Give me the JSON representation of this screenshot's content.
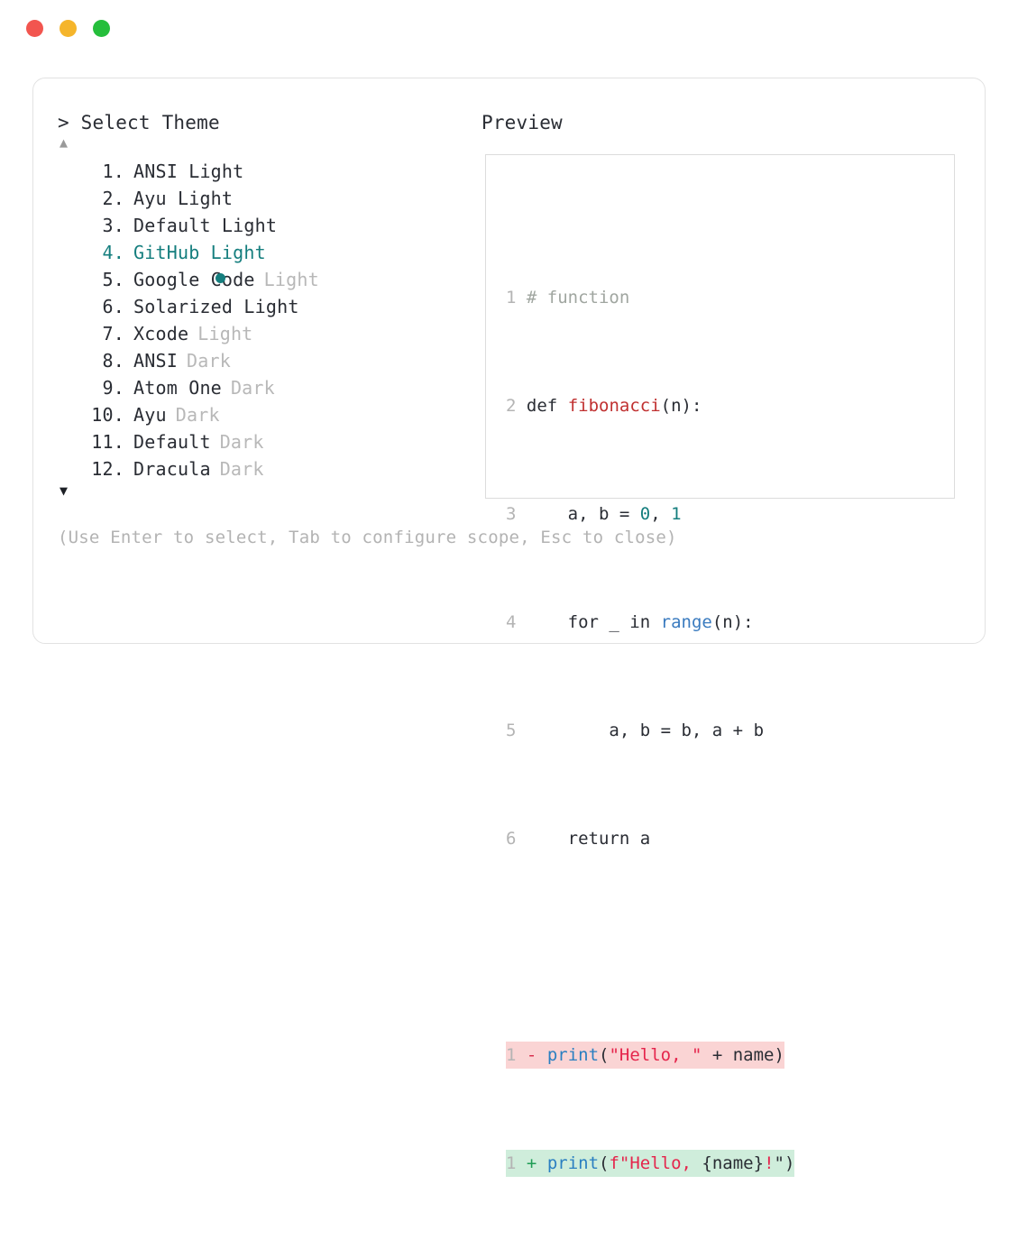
{
  "window": {
    "traffic_lights": [
      {
        "name": "close",
        "color": "#f2554f"
      },
      {
        "name": "minimize",
        "color": "#f5b52b"
      },
      {
        "name": "maximize",
        "color": "#25be3b"
      }
    ]
  },
  "prompt": {
    "header": "> Select Theme",
    "scroll_up_indicator": "▲",
    "scroll_down_indicator": "▼",
    "selected_index": 4,
    "items": [
      {
        "number": "1.",
        "name": "ANSI Light",
        "variant": "",
        "variant_dim": false,
        "selected": false
      },
      {
        "number": "2.",
        "name": "Ayu Light",
        "variant": "",
        "variant_dim": false,
        "selected": false
      },
      {
        "number": "3.",
        "name": "Default Light",
        "variant": "",
        "variant_dim": false,
        "selected": false
      },
      {
        "number": "4.",
        "name": "GitHub Light",
        "variant": "",
        "variant_dim": false,
        "selected": true
      },
      {
        "number": "5.",
        "name": "Google Code",
        "variant": "Light",
        "variant_dim": true,
        "selected": false
      },
      {
        "number": "6.",
        "name": "Solarized Light",
        "variant": "",
        "variant_dim": false,
        "selected": false
      },
      {
        "number": "7.",
        "name": "Xcode",
        "variant": "Light",
        "variant_dim": true,
        "selected": false
      },
      {
        "number": "8.",
        "name": "ANSI",
        "variant": "Dark",
        "variant_dim": true,
        "selected": false
      },
      {
        "number": "9.",
        "name": "Atom One",
        "variant": "Dark",
        "variant_dim": true,
        "selected": false
      },
      {
        "number": "10.",
        "name": "Ayu",
        "variant": "Dark",
        "variant_dim": true,
        "selected": false
      },
      {
        "number": "11.",
        "name": "Default",
        "variant": "Dark",
        "variant_dim": true,
        "selected": false
      },
      {
        "number": "12.",
        "name": "Dracula",
        "variant": "Dark",
        "variant_dim": true,
        "selected": false
      }
    ],
    "hint": "(Use Enter to select, Tab to configure scope, Esc to close)"
  },
  "preview": {
    "header": "Preview",
    "code": {
      "line_numbers": [
        "1",
        "2",
        "3",
        "4",
        "5",
        "6"
      ],
      "lines": [
        {
          "n": "1",
          "text": "# function"
        },
        {
          "n": "2",
          "text": "def fibonacci(n):"
        },
        {
          "n": "3",
          "text": "    a, b = 0, 1"
        },
        {
          "n": "4",
          "text": "    for _ in range(n):"
        },
        {
          "n": "5",
          "text": "        a, b = b, a + b"
        },
        {
          "n": "6",
          "text": "    return a"
        }
      ]
    },
    "diff": [
      {
        "n": "1",
        "marker": "-",
        "text": "print(\"Hello, \" + name)",
        "kind": "deletion"
      },
      {
        "n": "1",
        "marker": "+",
        "text": "print(f\"Hello, {name}!\")",
        "kind": "addition"
      }
    ],
    "tokens": {
      "comment": "# function",
      "kw_def": "def",
      "fn_name": "fibonacci",
      "fn_args": "(n):",
      "line3": "    a, b = ",
      "num_zero": "0",
      "num_comma": ", ",
      "num_one": "1",
      "for_part": "    for _ in ",
      "builtin_range": "range",
      "range_args": "(n):",
      "line5": "        a, b = b, a + b",
      "line6": "    return a",
      "print": "print",
      "del_open": "(",
      "del_str": "\"Hello, \"",
      "del_mid": " + name)",
      "add_open": "(",
      "add_str_f": "f\"Hello, ",
      "add_brace": "{name}",
      "add_bang": "!",
      "add_quote": "\"",
      "add_close": ")"
    }
  },
  "colors": {
    "accent_teal": "#157e7e",
    "dim_grey": "#b8b8b8",
    "text": "#2a2d34",
    "diff_del_bg": "#fad4d4",
    "diff_add_bg": "#cfeddb",
    "border": "#e2e2e2"
  }
}
